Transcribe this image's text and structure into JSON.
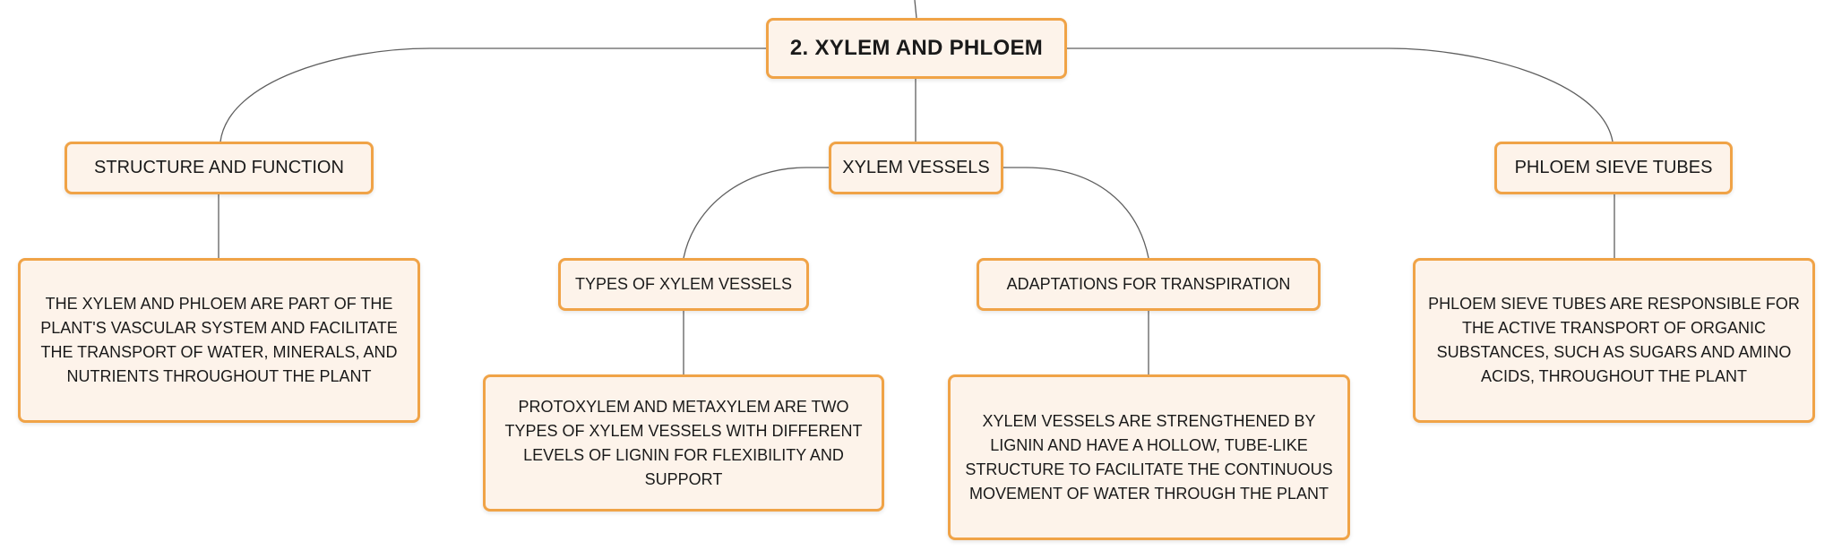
{
  "diagram": {
    "root": {
      "label": "2. XYLEM AND PHLOEM"
    },
    "branches": {
      "structure": {
        "label": "STRUCTURE AND FUNCTION",
        "detail": "THE XYLEM AND PHLOEM ARE PART OF THE PLANT'S VASCULAR SYSTEM AND FACILITATE THE TRANSPORT OF WATER, MINERALS, AND NUTRIENTS THROUGHOUT THE PLANT"
      },
      "xylem": {
        "label": "XYLEM VESSELS",
        "types": {
          "label": "TYPES OF XYLEM VESSELS",
          "detail": "PROTOXYLEM AND METAXYLEM ARE TWO TYPES OF XYLEM VESSELS WITH DIFFERENT LEVELS OF LIGNIN FOR FLEXIBILITY AND SUPPORT"
        },
        "adaptations": {
          "label": "ADAPTATIONS FOR TRANSPIRATION",
          "detail": "XYLEM VESSELS ARE STRENGTHENED BY LIGNIN AND HAVE A HOLLOW, TUBE-LIKE STRUCTURE TO FACILITATE THE CONTINUOUS MOVEMENT OF WATER THROUGH THE PLANT"
        }
      },
      "phloem": {
        "label": "PHLOEM SIEVE TUBES",
        "detail": "PHLOEM SIEVE TUBES ARE RESPONSIBLE FOR THE ACTIVE TRANSPORT OF ORGANIC SUBSTANCES, SUCH AS SUGARS AND AMINO ACIDS, THROUGHOUT THE PLANT"
      }
    },
    "colors": {
      "node_fill": "#fdf3ea",
      "node_border": "#f0a347",
      "connector": "#5f5f5f",
      "text": "#1a1a1a"
    }
  }
}
